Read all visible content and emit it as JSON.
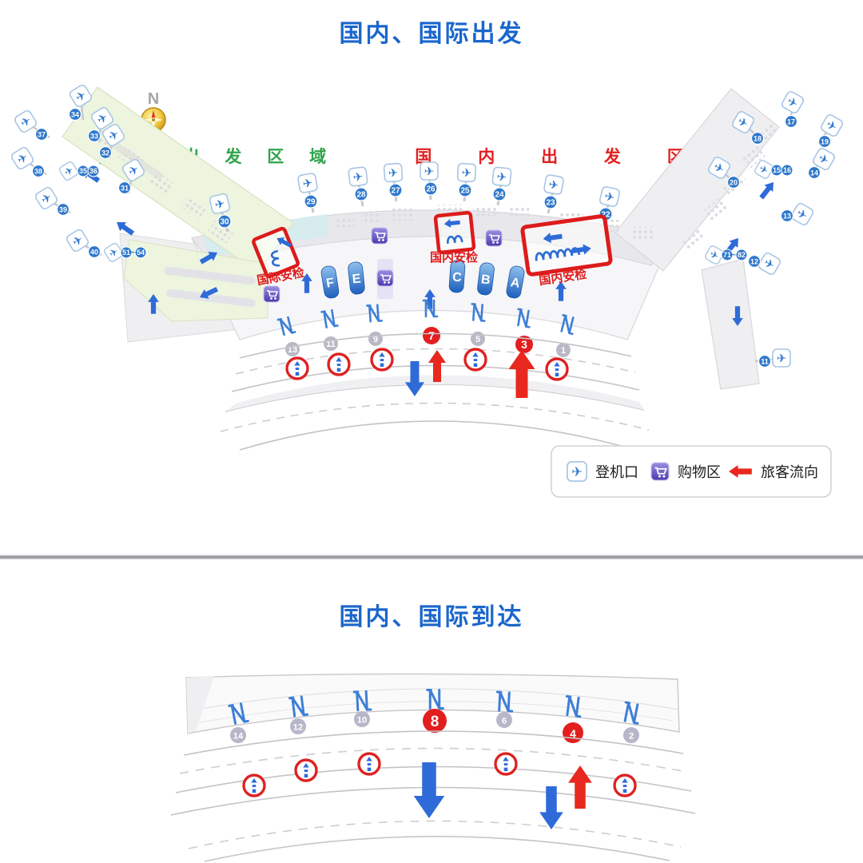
{
  "departures": {
    "title": "国内、国际出发",
    "compass": "N",
    "intl_area": "国 际 出 发 区 域",
    "dom_area": "国 内 出 发 区 域",
    "sec_intl": "国际安检",
    "sec_dom1": "国内安检",
    "sec_dom2": "国内安检",
    "islands": [
      "F",
      "E",
      "C",
      "B",
      "A"
    ],
    "central_gates": [
      "30",
      "29",
      "28",
      "27",
      "26",
      "25",
      "24",
      "23",
      "22"
    ],
    "left_pier": {
      "right_edge": [
        "34",
        "33",
        "32",
        "31"
      ],
      "left_edge": [
        "37",
        "38",
        "39",
        "40"
      ],
      "mid_a": [
        "35",
        "36"
      ],
      "mid_b": [
        "51",
        "54"
      ],
      "sep": "~"
    },
    "right_pier": {
      "right_edge": [
        "17",
        "19",
        "14",
        "13",
        "12",
        "11"
      ],
      "left_edge": [
        "18",
        "20"
      ],
      "mid_a": [
        "15",
        "16"
      ],
      "mid_b": [
        "71",
        "82"
      ],
      "sep": "~"
    },
    "doors": [
      "13",
      "11",
      "9",
      "7",
      "5",
      "3",
      "1"
    ],
    "legend": {
      "gate": "登机口",
      "shop": "购物区",
      "flow": "旅客流向"
    }
  },
  "arrivals": {
    "title": "国内、国际到达",
    "doors": [
      "14",
      "12",
      "10",
      "8",
      "6",
      "4",
      "2"
    ]
  },
  "colors": {
    "title_blue": "#1B66CC",
    "area_green": "#2FA34A",
    "alert_red": "#E31E1E",
    "gate_blue": "#2E78CC",
    "door_blue": "#3E7FD6",
    "gray_circle": "#B9B9C6",
    "pier_green": "#EDF5DF",
    "band_gray": "#E8E8EC",
    "teal_strip": "#D6ECEF",
    "cart_purple": "#5A49BC"
  }
}
